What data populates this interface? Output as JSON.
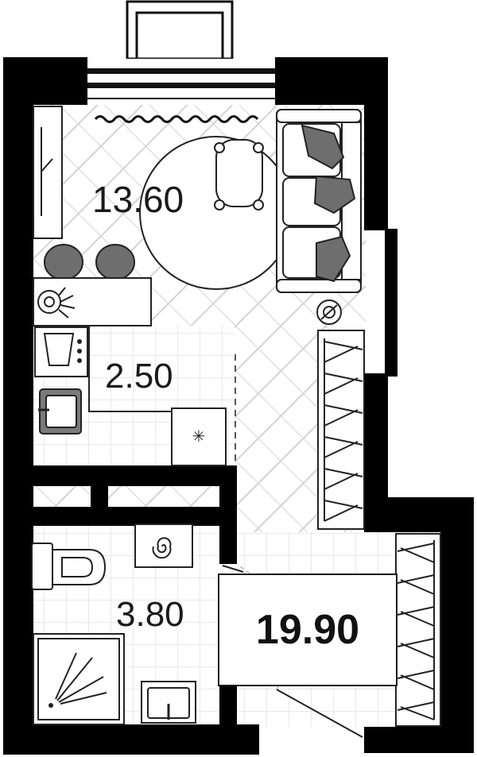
{
  "rooms": {
    "main": {
      "area": "13.60"
    },
    "kitchen": {
      "area": "2.50"
    },
    "bathroom": {
      "area": "3.80"
    }
  },
  "total": {
    "area": "19.90"
  },
  "colors": {
    "wall": "#000000",
    "line": "#222222",
    "furniture_fill": "#ffffff",
    "cushion": "#6e6e6e",
    "floor_pattern": "#cfcfcf",
    "tile": "#e4e4e4"
  },
  "icons": [
    "plant-icon",
    "fan-icon",
    "spiral-icon",
    "shower-icon",
    "asterisk-icon"
  ]
}
